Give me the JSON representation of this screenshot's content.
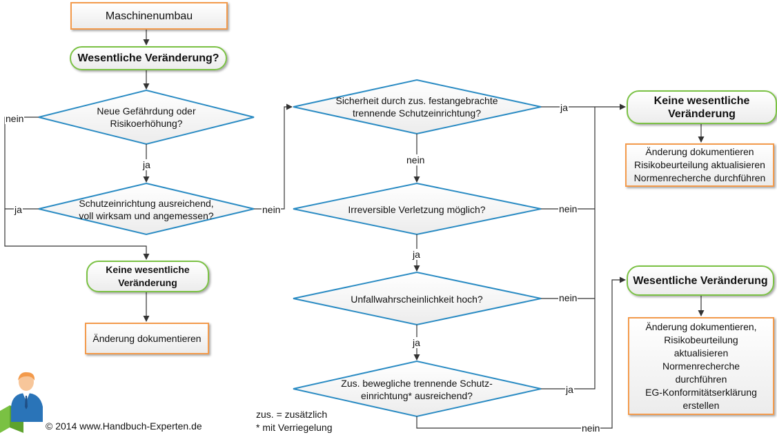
{
  "colors": {
    "process_border": "#f39a4b",
    "terminal_border": "#7ac143",
    "decision_border": "#2a8bc3",
    "line": "#333333"
  },
  "nodes": {
    "start": "Maschinenumbau",
    "question_main": "Wesentliche Veränderung?",
    "d_hazard": "Neue Gefährdung oder\nRisikoerhöhung?",
    "d_protection": "Schutzeinrichtung ausreichend,\nvoll wirksam und angemessen?",
    "t_left_none": "Keine wesentliche\nVeränderung",
    "p_left_doc": "Änderung dokumentieren",
    "d_fixed_guard": "Sicherheit durch zus. festangebrachte\ntrennende Schutzeinrichtung?",
    "d_irreversible": "Irreversible Verletzung möglich?",
    "d_probability": "Unfallwahrscheinlichkeit hoch?",
    "d_movable_guard": "Zus. bewegliche trennende Schutz-\neinrichtung* ausreichend?",
    "t_right_none": "Keine wesentliche\nVeränderung",
    "p_right_none_actions": "Änderung dokumentieren\nRisikobeurteilung aktualisieren\nNormenrecherche durchführen",
    "t_right_significant": "Wesentliche Veränderung",
    "p_right_significant_actions": "Änderung dokumentieren,\nRisikobeurteilung\naktualisieren\nNormenrecherche\ndurchführen\nEG-Konformitätserklärung\nerstellen"
  },
  "edge_labels": {
    "hazard_no": "nein",
    "hazard_yes": "ja",
    "protection_yes": "ja",
    "protection_no": "nein",
    "fixed_yes": "ja",
    "fixed_no": "nein",
    "irreversible_no": "nein",
    "irreversible_yes": "ja",
    "probability_no": "nein",
    "probability_yes": "ja",
    "movable_yes": "ja",
    "movable_no": "nein"
  },
  "legend": {
    "abbr": "zus. = zusätzlich",
    "note": "* mit Verriegelung"
  },
  "copyright": "©  2014 www.Handbuch-Experten.de",
  "logo_icon": "expert-person-icon"
}
